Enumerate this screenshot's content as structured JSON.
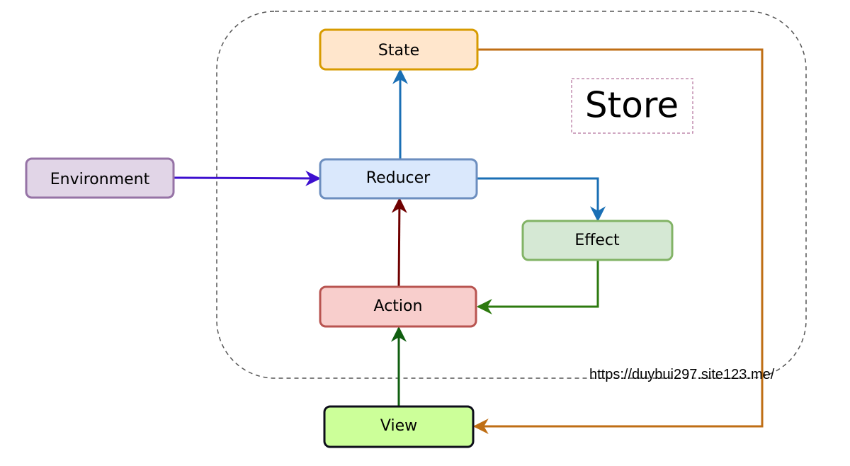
{
  "store": {
    "label": "Store"
  },
  "nodes": {
    "state": {
      "label": "State",
      "fill": "#ffe6cc",
      "stroke": "#d79b00"
    },
    "reducer": {
      "label": "Reducer",
      "fill": "#dae8fc",
      "stroke": "#6c8ebf"
    },
    "environment": {
      "label": "Environment",
      "fill": "#e1d5e7",
      "stroke": "#9673a6"
    },
    "effect": {
      "label": "Effect",
      "fill": "#d5e8d4",
      "stroke": "#82b366"
    },
    "action": {
      "label": "Action",
      "fill": "#f8cecc",
      "stroke": "#b85450"
    },
    "view": {
      "label": "View",
      "fill": "#ccff99",
      "stroke": "#0d0d1a"
    }
  },
  "edges": {
    "reducer_to_state": {
      "color": "#1a6fb5"
    },
    "environment_to_reducer": {
      "color": "#3d0fcf"
    },
    "reducer_to_effect": {
      "color": "#1a6fb5"
    },
    "effect_to_action": {
      "color": "#2d7a0f"
    },
    "action_to_reducer": {
      "color": "#6f0000"
    },
    "view_to_action": {
      "color": "#0f5e0f"
    },
    "state_to_view": {
      "color": "#bf6e14"
    }
  },
  "watermark": {
    "text": "https://duybui297.site123.me/"
  }
}
